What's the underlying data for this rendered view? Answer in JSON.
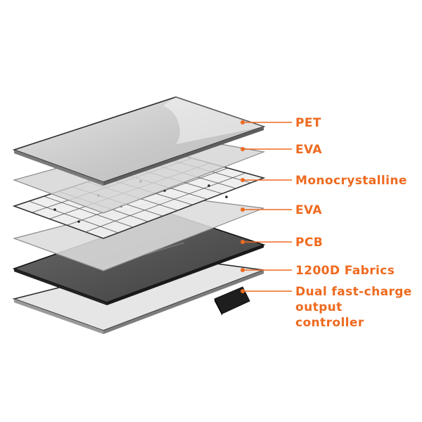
{
  "colors": {
    "accent": "#ee6a1f",
    "edge": "#2b2b2b",
    "pet_fill": "#cfcfcf",
    "eva_fill": "#dedede",
    "cell_fill": "#ececec",
    "pcb_fill": "#5a5a5a",
    "fabric_fill": "#e3e3e3",
    "controller_fill": "#222222"
  },
  "layers": [
    {
      "id": "pet",
      "label": "PET"
    },
    {
      "id": "eva-top",
      "label": "EVA"
    },
    {
      "id": "monocrystalline",
      "label": "Monocrystalline"
    },
    {
      "id": "eva-bottom",
      "label": "EVA"
    },
    {
      "id": "pcb",
      "label": "PCB"
    },
    {
      "id": "fabrics",
      "label": "1200D Fabrics"
    }
  ],
  "controller": {
    "lines": [
      "Dual fast-charge",
      "output",
      "controller"
    ]
  }
}
